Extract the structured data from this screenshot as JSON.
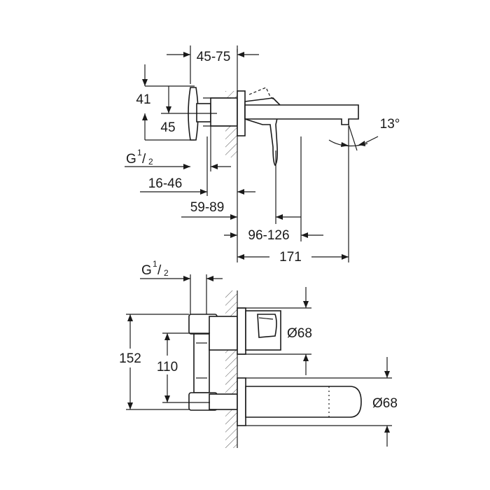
{
  "side_view": {
    "dim_depth_range": "45-75",
    "dim_41": "41",
    "dim_45": "45",
    "thread_prefix": "G",
    "thread_num": "1",
    "thread_den": "2",
    "dim_16_46": "16-46",
    "dim_59_89": "59-89",
    "dim_96_126": "96-126",
    "dim_171": "171",
    "angle": "13°"
  },
  "front_view": {
    "thread_prefix": "G",
    "thread_num": "1",
    "thread_den": "2",
    "dim_152": "152",
    "dim_110": "110",
    "rosette_top": "Ø68",
    "rosette_bottom": "Ø68"
  }
}
